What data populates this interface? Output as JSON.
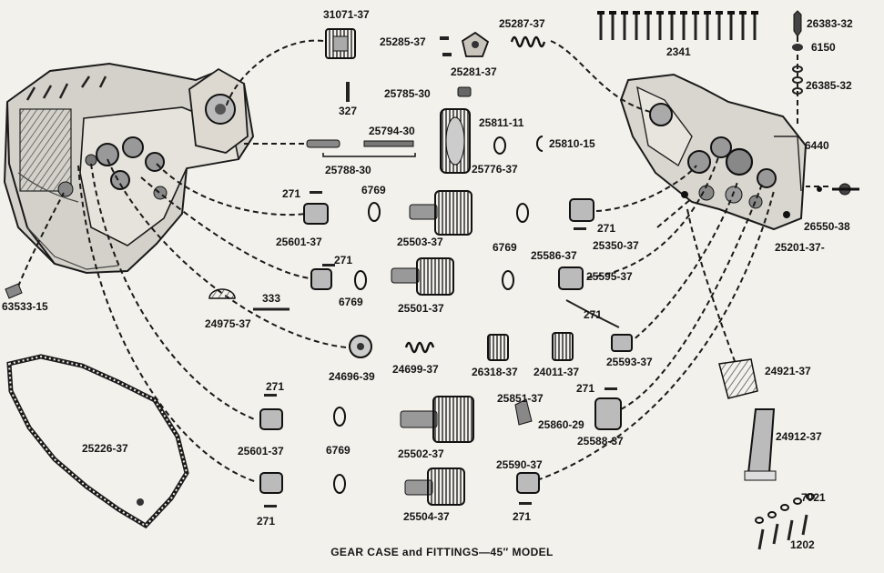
{
  "caption": "GEAR CASE and FITTINGS—45″ MODEL",
  "part_numbers": [
    {
      "id": "p31071",
      "text": "31071-37"
    },
    {
      "id": "p25287",
      "text": "25287-37"
    },
    {
      "id": "p25285",
      "text": "25285-37"
    },
    {
      "id": "p25281",
      "text": "25281-37"
    },
    {
      "id": "p2341",
      "text": "2341"
    },
    {
      "id": "p26383",
      "text": "26383-32"
    },
    {
      "id": "p6150",
      "text": "6150"
    },
    {
      "id": "p26385",
      "text": "26385-32"
    },
    {
      "id": "p327",
      "text": "327"
    },
    {
      "id": "p25785",
      "text": "25785-30"
    },
    {
      "id": "p25811",
      "text": "25811-11"
    },
    {
      "id": "p25794",
      "text": "25794-30"
    },
    {
      "id": "p25810",
      "text": "25810-15"
    },
    {
      "id": "p25776",
      "text": "25776-37"
    },
    {
      "id": "p25788",
      "text": "25788-30"
    },
    {
      "id": "p6440",
      "text": "6440"
    },
    {
      "id": "p271a",
      "text": "271"
    },
    {
      "id": "p6769a",
      "text": "6769"
    },
    {
      "id": "p271b",
      "text": "271"
    },
    {
      "id": "p26550",
      "text": "26550-38"
    },
    {
      "id": "p25601a",
      "text": "25601-37"
    },
    {
      "id": "p25503",
      "text": "25503-37"
    },
    {
      "id": "p6769b",
      "text": "6769"
    },
    {
      "id": "p25586",
      "text": "25586-37"
    },
    {
      "id": "p25350",
      "text": "25350-37"
    },
    {
      "id": "p25201",
      "text": "25201-37-"
    },
    {
      "id": "p271c",
      "text": "271"
    },
    {
      "id": "p25595",
      "text": "25595-37"
    },
    {
      "id": "p63533",
      "text": "63533-15"
    },
    {
      "id": "p333",
      "text": "333"
    },
    {
      "id": "p6769c",
      "text": "6769"
    },
    {
      "id": "p25501",
      "text": "25501-37"
    },
    {
      "id": "p271d",
      "text": "271"
    },
    {
      "id": "p24975",
      "text": "24975-37"
    },
    {
      "id": "p24696",
      "text": "24696-39"
    },
    {
      "id": "p24699",
      "text": "24699-37"
    },
    {
      "id": "p26318",
      "text": "26318-37"
    },
    {
      "id": "p24011",
      "text": "24011-37"
    },
    {
      "id": "p25593",
      "text": "25593-37"
    },
    {
      "id": "p24921",
      "text": "24921-37"
    },
    {
      "id": "p271e",
      "text": "271"
    },
    {
      "id": "p25851",
      "text": "25851-37"
    },
    {
      "id": "p271f",
      "text": "271"
    },
    {
      "id": "p25860",
      "text": "25860-29"
    },
    {
      "id": "p25588",
      "text": "25588-37"
    },
    {
      "id": "p25226",
      "text": "25226-37"
    },
    {
      "id": "p25601b",
      "text": "25601-37"
    },
    {
      "id": "p6769d",
      "text": "6769"
    },
    {
      "id": "p25502",
      "text": "25502-37"
    },
    {
      "id": "p24912",
      "text": "24912-37"
    },
    {
      "id": "p25590",
      "text": "25590-37"
    },
    {
      "id": "p7021",
      "text": "7021"
    },
    {
      "id": "p25504",
      "text": "25504-37"
    },
    {
      "id": "p271g",
      "text": "271"
    },
    {
      "id": "p271h",
      "text": "271"
    },
    {
      "id": "p1202",
      "text": "1202"
    }
  ]
}
